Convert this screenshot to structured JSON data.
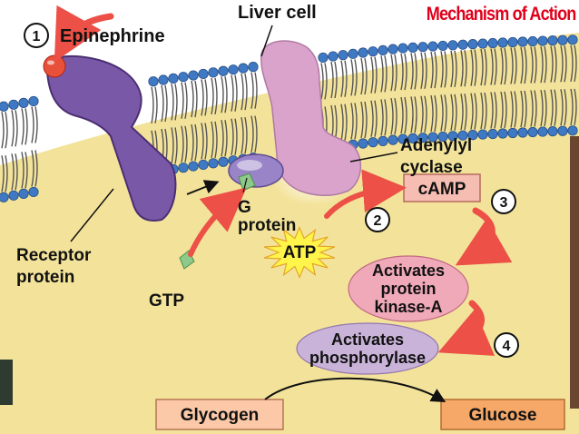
{
  "title": "Mechanism of Action",
  "labels": {
    "liver_cell": "Liver cell",
    "epinephrine": "Epinephrine",
    "receptor_line1": "Receptor",
    "receptor_line2": "protein",
    "g_line1": "G",
    "g_line2": "protein",
    "gtp": "GTP",
    "adenylyl_line1": "Adenylyl",
    "adenylyl_line2": "cyclase",
    "camp": "cAMP",
    "atp": "ATP",
    "kinase_line1": "Activates",
    "kinase_line2": "protein",
    "kinase_line3": "kinase-A",
    "phos_line1": "Activates",
    "phos_line2": "phosphorylase",
    "glycogen": "Glycogen",
    "glucose": "Glucose"
  },
  "steps": [
    "1",
    "2",
    "3",
    "4"
  ],
  "colors": {
    "cytoplasm": "#f3e39a",
    "membrane_head": "#3f79c4",
    "receptor": "#7a58a8",
    "adenylyl_cyclase": "#d9a3cc",
    "g_protein": "#9a84c8",
    "gtp": "#8cc98a",
    "epinephrine": "#e8503a",
    "arrow": "#ec5046",
    "atp_star": "#fff44a",
    "camp_box": "#f6bdb3",
    "kinase_ellipse": "#efa9b9",
    "phos_ellipse": "#c9b3d9",
    "glycogen_box": "#fbc9a8",
    "glucose_box": "#f5a868",
    "title": "#e0001b"
  },
  "icons": [
    "epinephrine-molecule",
    "gtp-diamond",
    "atp-starburst"
  ]
}
